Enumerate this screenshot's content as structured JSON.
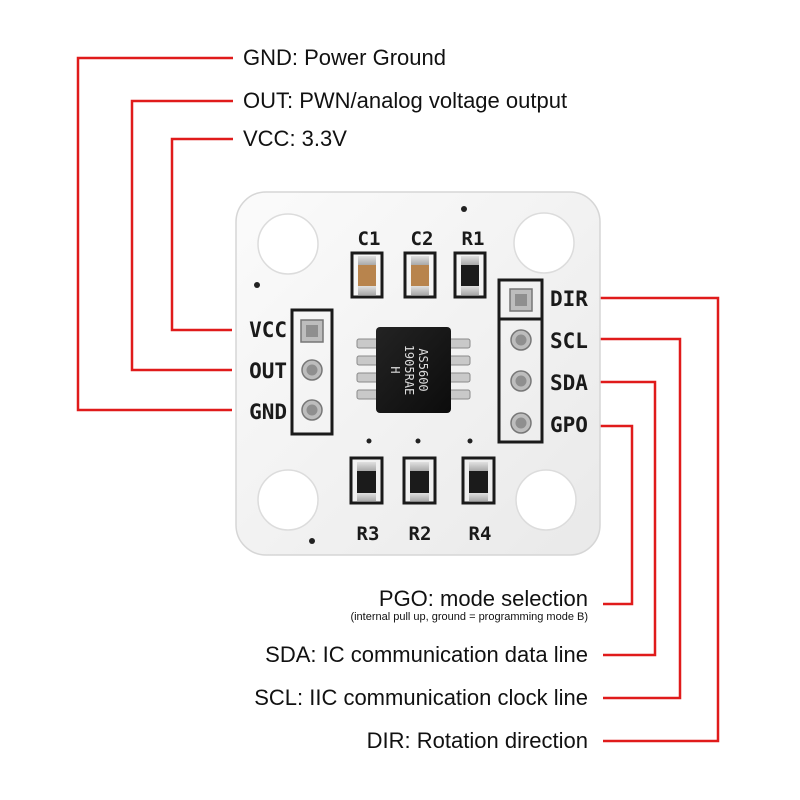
{
  "colors": {
    "callout_line": "#e01b1b",
    "board": "#f4f4f4",
    "silkscreen": "#1a1a1a",
    "chip": "#151515",
    "pad": "#c9c9c9"
  },
  "callouts_top": [
    {
      "name": "GND",
      "text": "GND: Power Ground"
    },
    {
      "name": "OUT",
      "text": "OUT: PWN/analog voltage output"
    },
    {
      "name": "VCC",
      "text": "VCC: 3.3V"
    }
  ],
  "callouts_bottom": [
    {
      "name": "PGO",
      "text": "PGO: mode selection",
      "note": "(internal pull up, ground = programming mode B)"
    },
    {
      "name": "SDA",
      "text": "SDA: IC communication data line"
    },
    {
      "name": "SCL",
      "text": "SCL: IIC communication clock line"
    },
    {
      "name": "DIR",
      "text": "DIR: Rotation direction"
    }
  ],
  "board": {
    "left_pins": [
      "VCC",
      "OUT",
      "GND"
    ],
    "right_pins": [
      "DIR",
      "SCL",
      "SDA",
      "GPO"
    ],
    "top_components": [
      "C1",
      "C2",
      "R1"
    ],
    "bottom_components": [
      "R3",
      "R2",
      "R4"
    ],
    "chip_text": [
      "AS5600",
      "1905RAE",
      "H"
    ]
  }
}
